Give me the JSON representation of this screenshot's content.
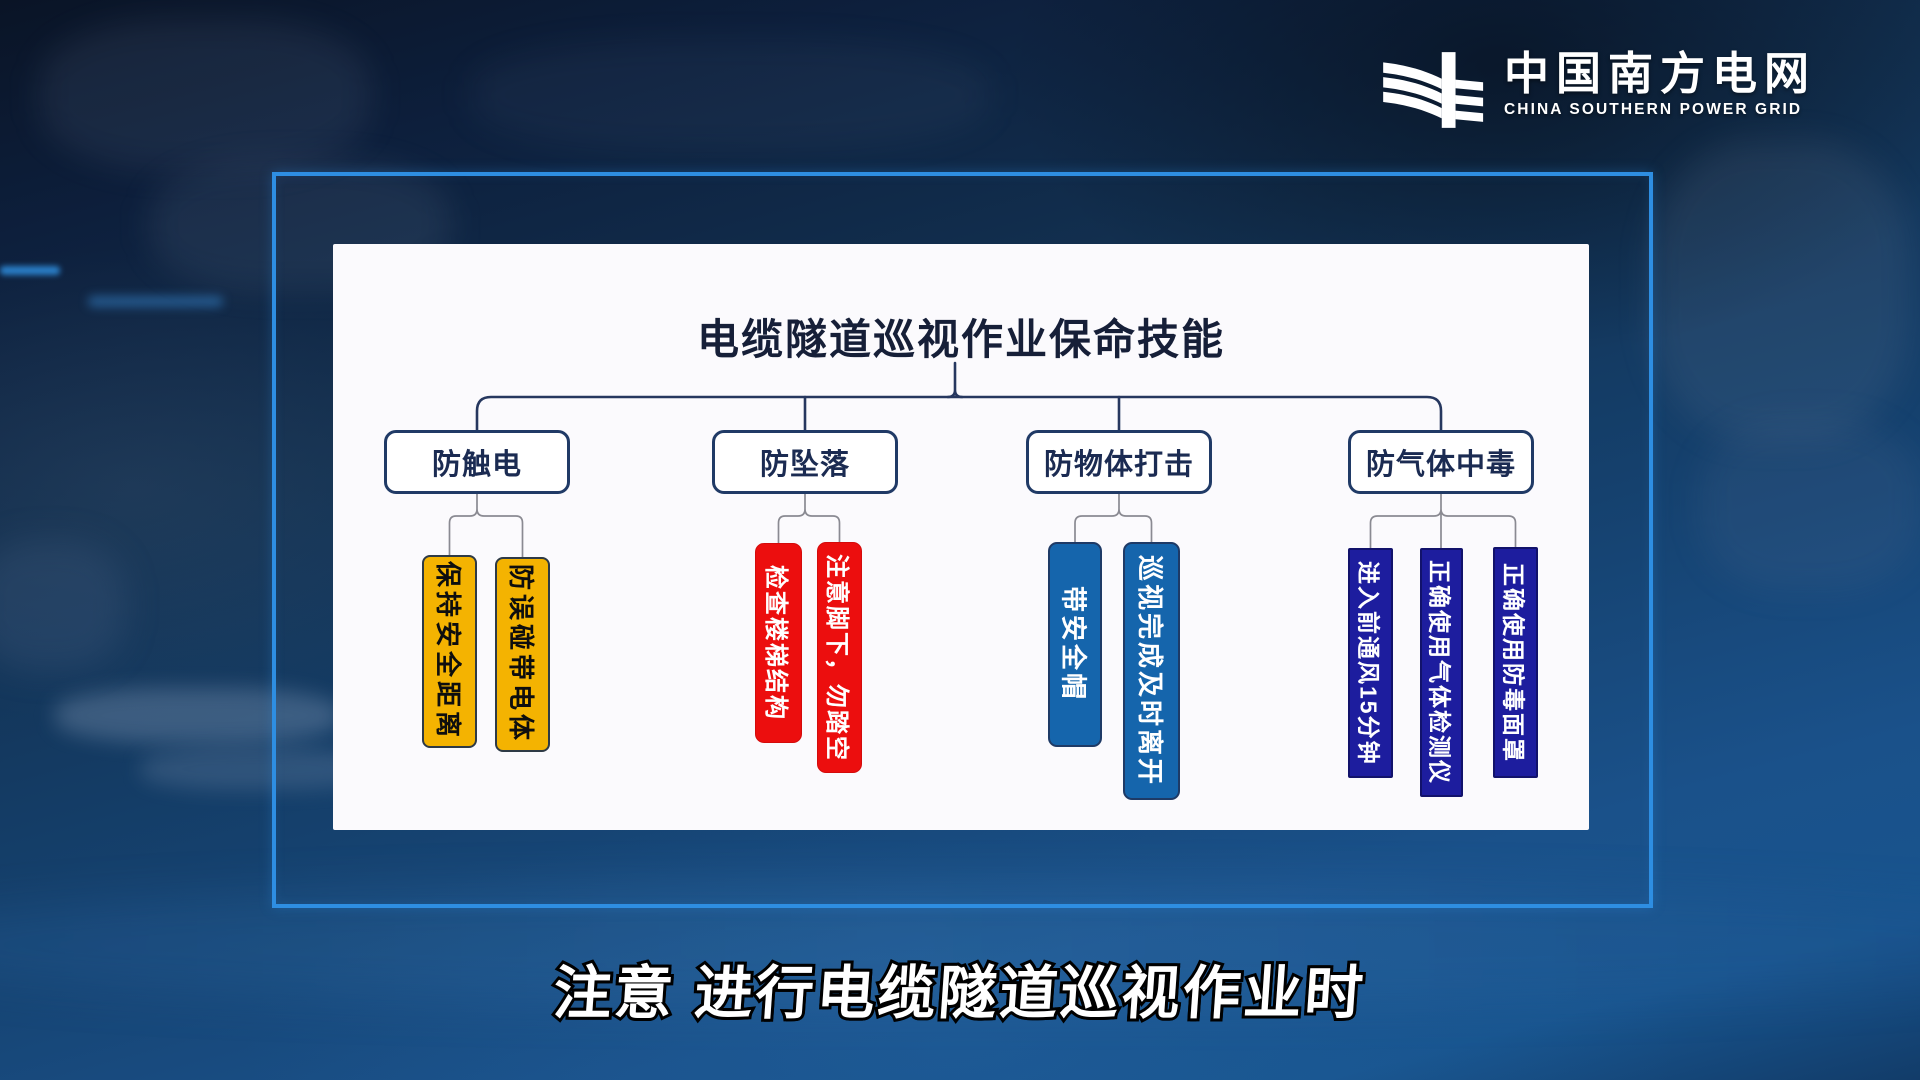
{
  "brand": {
    "logo_cn": "中国南方电网",
    "logo_en": "CHINA SOUTHERN POWER GRID",
    "logo_icon": "csg-wave-grid-mark"
  },
  "diagram": {
    "title": "电缆隧道巡视作业保命技能",
    "groups": [
      {
        "label": "防触电",
        "item_color": "#F4B301",
        "item_text_color": "#0E0E0E",
        "items": [
          "保持安全距离",
          "防误碰带电体"
        ]
      },
      {
        "label": "防坠落",
        "item_color": "#EC0E0E",
        "item_text_color": "#FFFFFF",
        "items": [
          "检查楼梯结构",
          "注意脚下，勿踏空"
        ]
      },
      {
        "label": "防物体打击",
        "item_color": "#1565AC",
        "item_text_color": "#FFFFFF",
        "items": [
          "带安全帽",
          "巡视完成及时离开"
        ]
      },
      {
        "label": "防气体中毒",
        "item_color": "#1D1D9E",
        "item_text_color": "#FFFFFF",
        "items": [
          "进入前通风15分钟",
          "正确使用气体检测仪",
          "正确使用防毒面罩"
        ]
      }
    ]
  },
  "subtitle": "注意 进行电缆隧道巡视作业时",
  "colors": {
    "frame_border": "#2E8EE2",
    "panel_bg": "#FBFAFD",
    "title_text": "#161F38",
    "category_border": "#203A66",
    "tree_connector": "#26375F",
    "leaf_connector": "#8A8A92",
    "background_top": "#0A1426",
    "background_bottom": "#18548E"
  }
}
